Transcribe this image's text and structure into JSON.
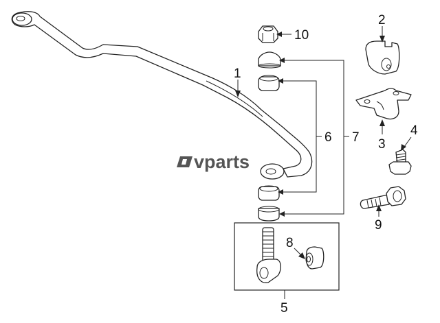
{
  "callouts": {
    "c1": "1",
    "c2": "2",
    "c3": "3",
    "c4": "4",
    "c5": "5",
    "c6": "6",
    "c7": "7",
    "c8": "8",
    "c9": "9",
    "c10": "10"
  },
  "watermark": "vparts",
  "colors": {
    "line": "#222222",
    "background": "#ffffff",
    "watermark": "#555555"
  }
}
